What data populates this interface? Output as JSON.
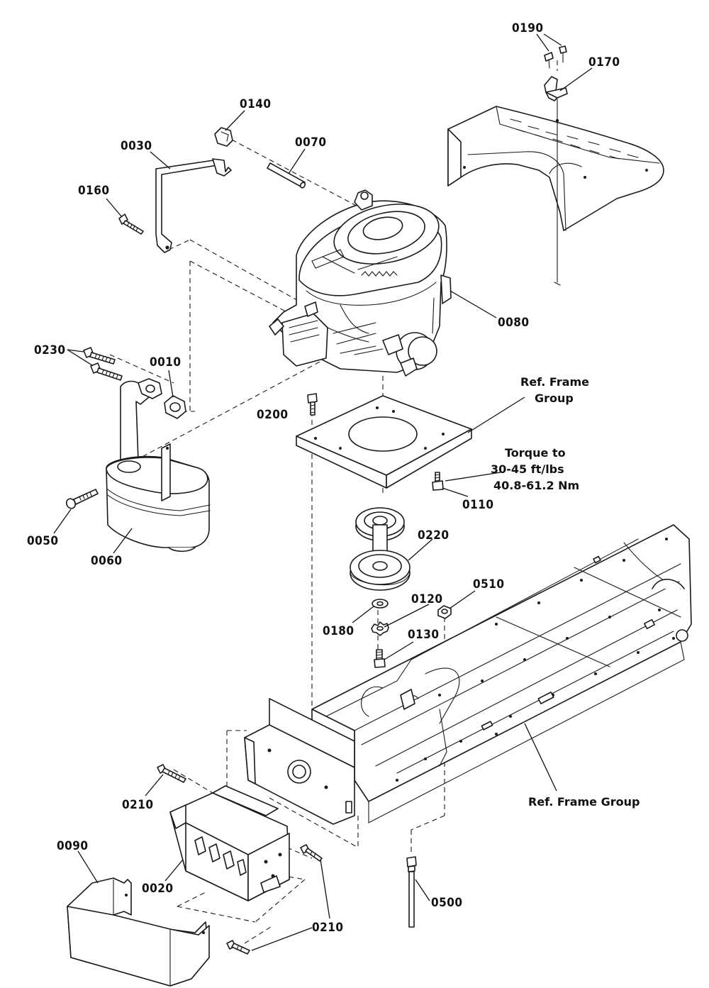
{
  "callouts": {
    "c0010": "0010",
    "c0020": "0020",
    "c0030": "0030",
    "c0050": "0050",
    "c0060": "0060",
    "c0070": "0070",
    "c0080": "0080",
    "c0090": "0090",
    "c0110": "0110",
    "c0120": "0120",
    "c0130": "0130",
    "c0140": "0140",
    "c0160": "0160",
    "c0170": "0170",
    "c0180": "0180",
    "c0190": "0190",
    "c0200": "0200",
    "c0210a": "0210",
    "c0210b": "0210",
    "c0220": "0220",
    "c0230": "0230",
    "c0500": "0500",
    "c0510": "0510"
  },
  "notes": {
    "ref_frame_group_top_line1": "Ref. Frame",
    "ref_frame_group_top_line2": "Group",
    "torque_line1": "Torque to",
    "torque_line2": "30-45 ft/lbs",
    "torque_line3": "40.8-61.2 Nm",
    "ref_frame_group_bottom": "Ref. Frame Group"
  }
}
